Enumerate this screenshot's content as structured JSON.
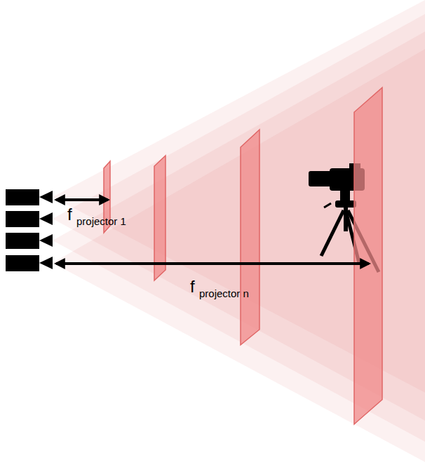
{
  "diagram": {
    "labels": [
      "f",
      "projector 1",
      "f",
      "projector n"
    ]
  }
}
